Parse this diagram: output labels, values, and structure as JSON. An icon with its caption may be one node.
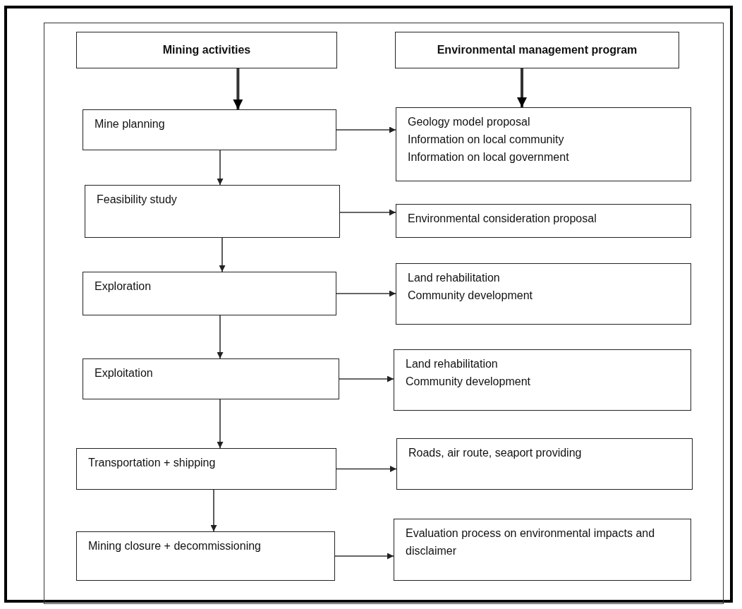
{
  "diagram": {
    "nodes": [
      {
        "text": [
          "Mining activities"
        ]
      },
      {
        "text": [
          "Environmental management program"
        ]
      },
      {
        "text": [
          "Mine planning"
        ]
      },
      {
        "text": [
          "Geology model proposal",
          "Information on local community",
          "Information on local government"
        ]
      },
      {
        "text": [
          "Feasibility study"
        ]
      },
      {
        "text": [
          "Environmental consideration proposal"
        ]
      },
      {
        "text": [
          "Exploration"
        ]
      },
      {
        "text": [
          "Land rehabilitation",
          "Community development"
        ]
      },
      {
        "text": [
          "Exploitation"
        ]
      },
      {
        "text": [
          "Land rehabilitation",
          "Community development"
        ]
      },
      {
        "text": [
          "Transportation + shipping"
        ]
      },
      {
        "text": [
          "Roads, air route, seaport providing"
        ]
      },
      {
        "text": [
          "Mining closure + decommissioning"
        ]
      },
      {
        "text": [
          "Evaluation process on environmental impacts and disclaimer"
        ]
      }
    ],
    "edges": [
      {
        "from": 0,
        "to": 2,
        "arrow": "to",
        "style": "thick"
      },
      {
        "from": 1,
        "to": 3,
        "arrow": "to",
        "style": "thick"
      },
      {
        "from": 2,
        "to": 3,
        "arrow": "to"
      },
      {
        "from": 2,
        "to": 4,
        "arrow": "to"
      },
      {
        "from": 4,
        "to": 5,
        "arrow": "to"
      },
      {
        "from": 4,
        "to": 6,
        "arrow": "to"
      },
      {
        "from": 6,
        "to": 7,
        "arrow": "to"
      },
      {
        "from": 6,
        "to": 8,
        "arrow": "to"
      },
      {
        "from": 8,
        "to": 9,
        "arrow": "to"
      },
      {
        "from": 8,
        "to": 10,
        "arrow": "to"
      },
      {
        "from": 10,
        "to": 11,
        "arrow": "to"
      },
      {
        "from": 10,
        "to": 12,
        "arrow": "to"
      },
      {
        "from": 12,
        "to": 13,
        "arrow": "to"
      }
    ]
  }
}
